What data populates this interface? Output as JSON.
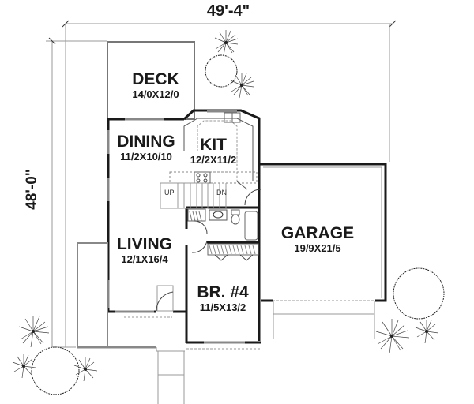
{
  "dimensions": {
    "width_label": "49'-4\"",
    "depth_label": "48'-0\""
  },
  "rooms": [
    {
      "id": "deck",
      "name": "DECK",
      "size": "14/0X12/0"
    },
    {
      "id": "dining",
      "name": "DINING",
      "size": "11/2X10/10"
    },
    {
      "id": "kitchen",
      "name": "KIT",
      "size": "12/2X11/2"
    },
    {
      "id": "living",
      "name": "LIVING",
      "size": "12/1X16/4"
    },
    {
      "id": "garage",
      "name": "GARAGE",
      "size": "19/9X21/5"
    },
    {
      "id": "bedroom4",
      "name": "BR. #4",
      "size": "11/5X13/2"
    }
  ],
  "stairs": {
    "up_label": "UP",
    "down_label": "DN"
  },
  "colors": {
    "wall": "#1a1a1a",
    "line": "#999999",
    "background": "#ffffff"
  }
}
